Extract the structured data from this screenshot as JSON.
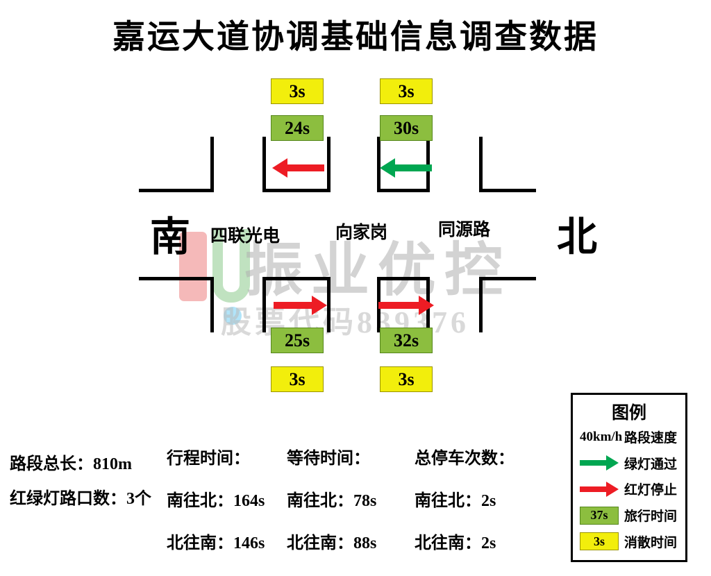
{
  "title": "嘉运大道协调基础信息调查数据",
  "diagram": {
    "south_label": "南",
    "north_label": "北",
    "intersections": [
      "四联光电",
      "向家岗",
      "同源路"
    ],
    "top": {
      "dissipation_times": [
        "3s",
        "3s"
      ],
      "travel_times": [
        "24s",
        "30s"
      ],
      "arrows": [
        {
          "icon": "left-arrow",
          "color": "red"
        },
        {
          "icon": "left-arrow",
          "color": "green"
        }
      ]
    },
    "bottom": {
      "travel_times": [
        "25s",
        "32s"
      ],
      "dissipation_times": [
        "3s",
        "3s"
      ],
      "arrows": [
        {
          "icon": "right-arrow",
          "color": "red"
        },
        {
          "icon": "right-arrow",
          "color": "red"
        }
      ]
    }
  },
  "watermark": {
    "text": "振业优控",
    "subtext": "股票代码839376"
  },
  "stats": {
    "total_length": {
      "label": "路段总长：",
      "value": "810m"
    },
    "signal_count": {
      "label": "红绿灯路口数：",
      "value": "3个"
    },
    "columns": [
      {
        "header": "行程时间：",
        "rows": [
          {
            "label": "南往北：",
            "value": "164s"
          },
          {
            "label": "北往南：",
            "value": "146s"
          }
        ]
      },
      {
        "header": "等待时间：",
        "rows": [
          {
            "label": "南往北：",
            "value": "78s"
          },
          {
            "label": "北往南：",
            "value": "88s"
          }
        ]
      },
      {
        "header": "总停车次数：",
        "rows": [
          {
            "label": "南往北：",
            "value": "2s"
          },
          {
            "label": "北往南：",
            "value": "2s"
          }
        ]
      }
    ]
  },
  "legend": {
    "title": "图例",
    "speed": {
      "value": "40km/h",
      "label": "路段速度"
    },
    "items": [
      {
        "type": "green-arrow",
        "label": "绿灯通过"
      },
      {
        "type": "red-arrow",
        "label": "红灯停止"
      },
      {
        "type": "green-box",
        "value": "37s",
        "label": "旅行时间"
      },
      {
        "type": "yellow-box",
        "value": "3s",
        "label": "消散时间"
      }
    ]
  },
  "colors": {
    "dissipation_yellow": "#F2EE0C",
    "travel_green": "#8CBE3F",
    "red_arrow": "#ED1C24",
    "green_arrow": "#00A651",
    "road": "#000000"
  }
}
